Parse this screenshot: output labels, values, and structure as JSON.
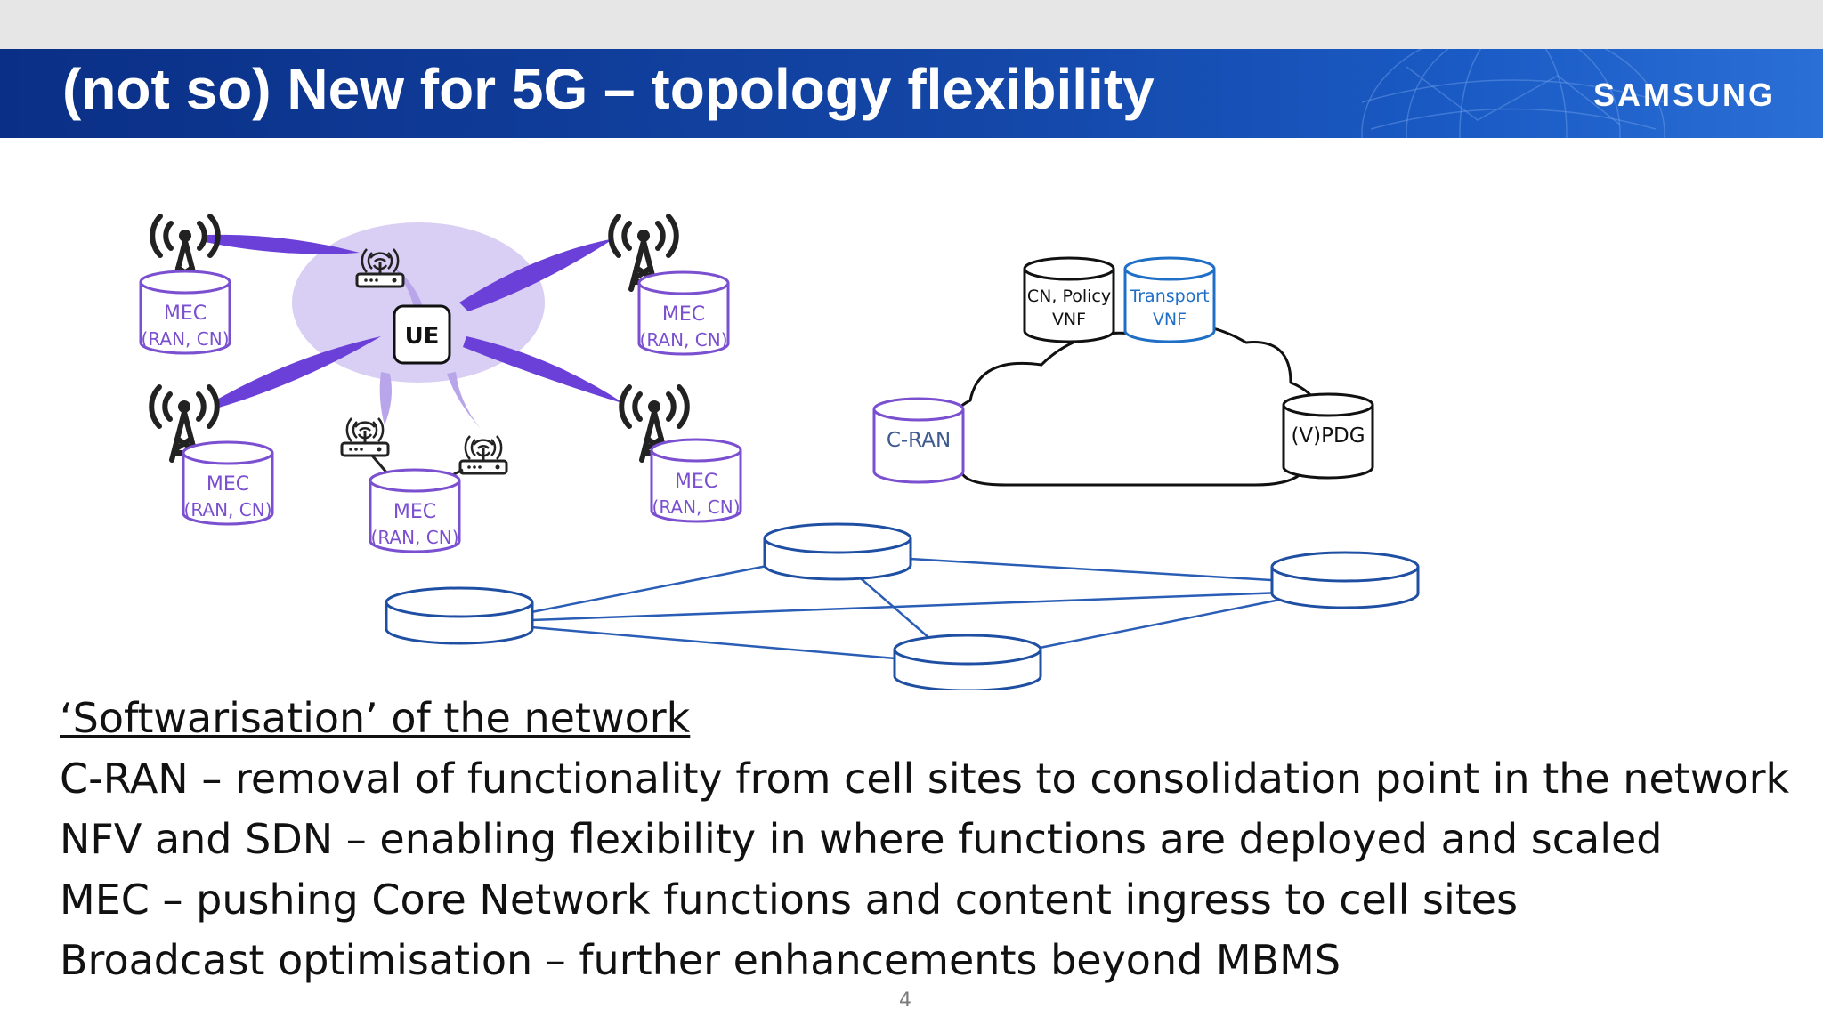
{
  "slide": {
    "title": "(not so) New for 5G – topology flexibility",
    "brand": "SAMSUNG",
    "page_number": "4"
  },
  "diagram": {
    "ue_label": "UE",
    "mec_nodes": [
      {
        "line1": "MEC",
        "line2": "(RAN, CN)"
      },
      {
        "line1": "MEC",
        "line2": "(RAN, CN)"
      },
      {
        "line1": "MEC",
        "line2": "(RAN, CN)"
      },
      {
        "line1": "MEC",
        "line2": "(RAN, CN)"
      },
      {
        "line1": "MEC",
        "line2": "(RAN, CN)"
      }
    ],
    "cloud_nodes": {
      "cn_policy": {
        "line1": "CN, Policy",
        "line2": "VNF"
      },
      "transport": {
        "line1": "Transport",
        "line2": "VNF"
      },
      "cran": "C-RAN",
      "vpdg": "(V)PDG"
    },
    "colors": {
      "mec": "#7a4fd0",
      "beam": "#6a40d8",
      "beam_light": "#b9a6ea",
      "coverage": "#d9cef3",
      "network_blue": "#2a5db5",
      "transport_blue": "#1f6fc6"
    }
  },
  "bullets": {
    "heading": "‘Softwarisation’ of the network",
    "items": [
      "C-RAN – removal of functionality from cell sites to consolidation point in the network",
      "NFV and SDN – enabling flexibility in where functions are deployed and scaled",
      "MEC – pushing Core Network functions and content ingress to cell sites",
      "Broadcast optimisation – further enhancements beyond MBMS"
    ]
  }
}
